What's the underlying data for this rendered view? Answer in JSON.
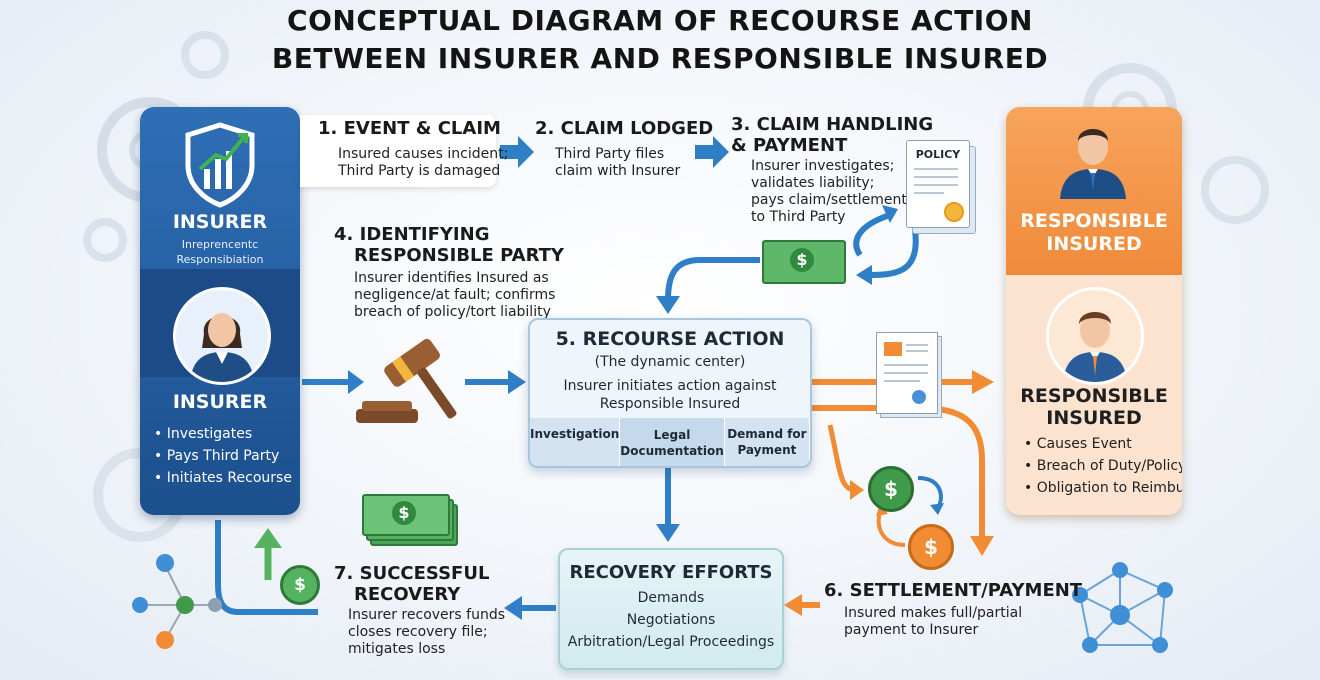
{
  "title": {
    "line1": "CONCEPTUAL DIAGRAM OF RECOURSE ACTION",
    "line2": "BETWEEN INSURER AND RESPONSIBLE INSURED"
  },
  "insurer": {
    "heading": "INSURER",
    "subtitle_line1": "Inreprencentc",
    "subtitle_line2": "Responsibiation",
    "heading2": "INSURER",
    "items": [
      "Investigates",
      "Pays Third Party",
      "Initiates Recourse"
    ]
  },
  "responsible": {
    "heading_line1": "RESPONSIBLE",
    "heading_line2": "INSURED",
    "heading2_line1": "RESPONSIBLE",
    "heading2_line2": "INSURED",
    "items": [
      "Causes Event",
      "Breach of Duty/Policy",
      "Obligation to Reimburse"
    ]
  },
  "steps": {
    "s1": {
      "title": "1. EVENT & CLAIM",
      "lines": [
        "Insured causes incident;",
        "Third Party is damaged"
      ]
    },
    "s2": {
      "title": "2. CLAIM LODGED",
      "lines": [
        "Third Party files",
        "claim with Insurer"
      ]
    },
    "s3": {
      "title_lines": [
        "3. CLAIM HANDLING",
        "& PAYMENT"
      ],
      "lines": [
        "Insurer investigates;",
        "validates liability;",
        "pays claim/settlement",
        "to Third Party"
      ]
    },
    "s4": {
      "title_lines": [
        "4. IDENTIFYING",
        "RESPONSIBLE PARTY"
      ],
      "lines": [
        "Insurer identifies Insured as",
        "negligence/at fault; confirms",
        "breach of policy/tort liability"
      ]
    },
    "s6": {
      "title": "6. SETTLEMENT/PAYMENT",
      "lines": [
        "Insured makes full/partial",
        "payment to Insurer"
      ]
    },
    "s7": {
      "title_lines": [
        "7. SUCCESSFUL",
        "RECOVERY"
      ],
      "lines": [
        "Insurer recovers funds",
        "closes recovery file;",
        "mitigates loss"
      ]
    }
  },
  "recourse": {
    "title": "5. RECOURSE ACTION",
    "subtitle": "(The dynamic center)",
    "lines": [
      "Insurer initiates action against",
      "Responsible Insured"
    ],
    "tabs": [
      {
        "line1": "Investigation",
        "line2": ""
      },
      {
        "line1": "Legal",
        "line2": "Documentation"
      },
      {
        "line1": "Demand for",
        "line2": "Payment"
      }
    ]
  },
  "recovery": {
    "title": "RECOVERY EFFORTS",
    "items": [
      "Demands",
      "Negotiations",
      "Arbitration/Legal Proceedings"
    ]
  },
  "policy_doc": {
    "label": "POLICY"
  },
  "colors": {
    "insurer_blue": "#1f5da3",
    "arrow_blue": "#2f7fc6",
    "arrow_orange": "#f28c34",
    "money_green": "#3f9a4a",
    "recovery_green": "#55b35f"
  },
  "icons": [
    "shield-chart-icon",
    "gavel-icon",
    "money-stack-icon",
    "coin-icon",
    "policy-document-icon",
    "contract-document-icon",
    "network-icon",
    "gear-icon",
    "person-icon"
  ]
}
